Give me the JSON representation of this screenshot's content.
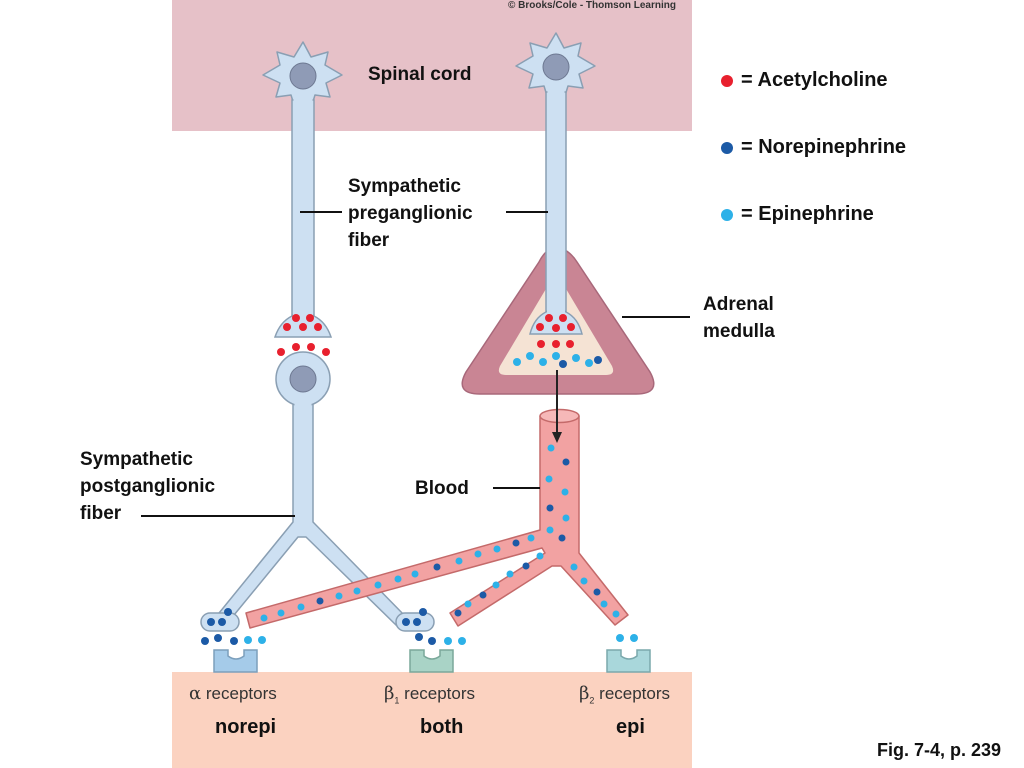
{
  "copyright": "© Brooks/Cole - Thomson Learning",
  "figure_ref": "Fig. 7-4, p. 239",
  "labels": {
    "spinal_cord": "Spinal cord",
    "preganglionic": [
      "Sympathetic",
      "preganglionic",
      "fiber"
    ],
    "postganglionic": [
      "Sympathetic",
      "postganglionic",
      "fiber"
    ],
    "adrenal": [
      "Adrenal",
      "medulla"
    ],
    "blood": "Blood"
  },
  "legend": [
    {
      "text": "= Acetylcholine",
      "color": "#e8202e",
      "icon": "red-dot"
    },
    {
      "text": "= Norepinephrine",
      "color": "#1c5aa6",
      "icon": "dark-blue-dot"
    },
    {
      "text": "= Epinephrine",
      "color": "#2db1e8",
      "icon": "light-blue-dot"
    }
  ],
  "receptors": [
    {
      "symbol": "α",
      "sub": "",
      "word": "receptors",
      "effect": "norepi"
    },
    {
      "symbol": "β",
      "sub": "1",
      "word": "receptors",
      "effect": "both"
    },
    {
      "symbol": "β",
      "sub": "2",
      "word": "receptors",
      "effect": "epi"
    }
  ],
  "colors": {
    "spinal_band": "#e6c1c8",
    "receptor_band": "#fbd2c0",
    "neuron_fill": "#cde0f2",
    "neuron_stroke": "#8a9fb3",
    "nucleus": "#8f9bb6",
    "adrenal_outer": "#c98594",
    "adrenal_inner": "#f5e3d4",
    "blood_vessel": "#f2a2a2",
    "acetylcholine": "#e8202e",
    "norepinephrine": "#1c5aa6",
    "epinephrine": "#2db1e8",
    "alpha_receptor": "#a5cbe9",
    "beta1_receptor": "#a9d3c6",
    "beta2_receptor": "#a9d7db"
  }
}
